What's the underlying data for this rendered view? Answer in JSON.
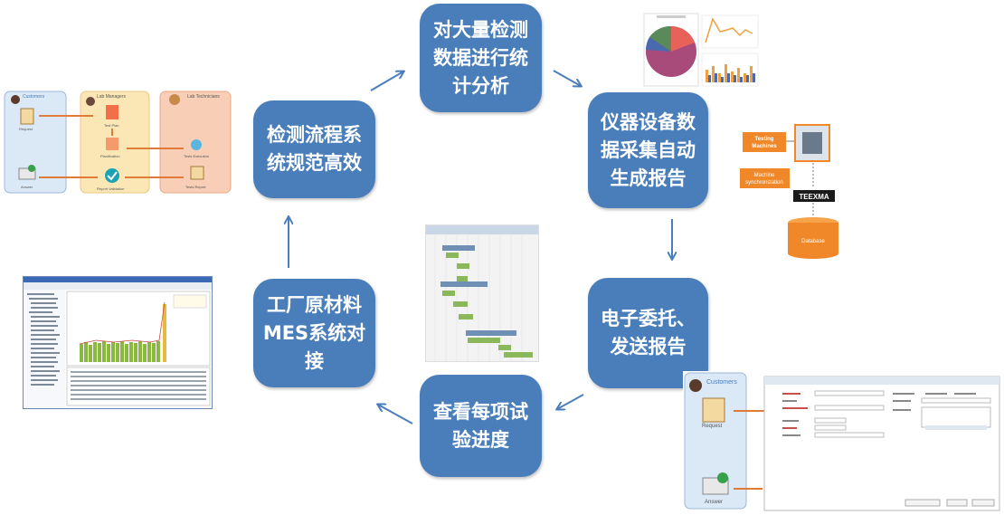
{
  "nodes": [
    {
      "id": "analysis",
      "label": "对大量检测\n数据进行统\n计分析"
    },
    {
      "id": "auto-report",
      "label": "仪器设备数\n据采集自动\n生成报告"
    },
    {
      "id": "e-entrust",
      "label": "电子委托、\n发送报告"
    },
    {
      "id": "progress",
      "label": "查看每项试\n验进度"
    },
    {
      "id": "mes",
      "label": "工厂原材料\nMES系统对\n接"
    },
    {
      "id": "workflow",
      "label": "检测流程系\n统规范高效"
    }
  ],
  "workflow_thumb": {
    "lanes": [
      "Customers",
      "Lab Managers",
      "Lab Technicians"
    ],
    "steps": [
      "Request",
      "Test Plan",
      "Planification",
      "Tests Execution",
      "Tests Report",
      "Report Validation",
      "Answer"
    ]
  },
  "instrument_thumb": {
    "labels": [
      "Testing\nMachines",
      "Machine\nsynchronization",
      "TEEXMA",
      "Database"
    ]
  },
  "request_thumb": {
    "lane": "Customers",
    "steps": [
      "Request",
      "Answer"
    ],
    "title": "Mon LITs Demande of Request N63-0000"
  },
  "colors": {
    "node": "#4a7ebb",
    "arrow": "#4a7ebb",
    "orange": "#f0882a"
  }
}
